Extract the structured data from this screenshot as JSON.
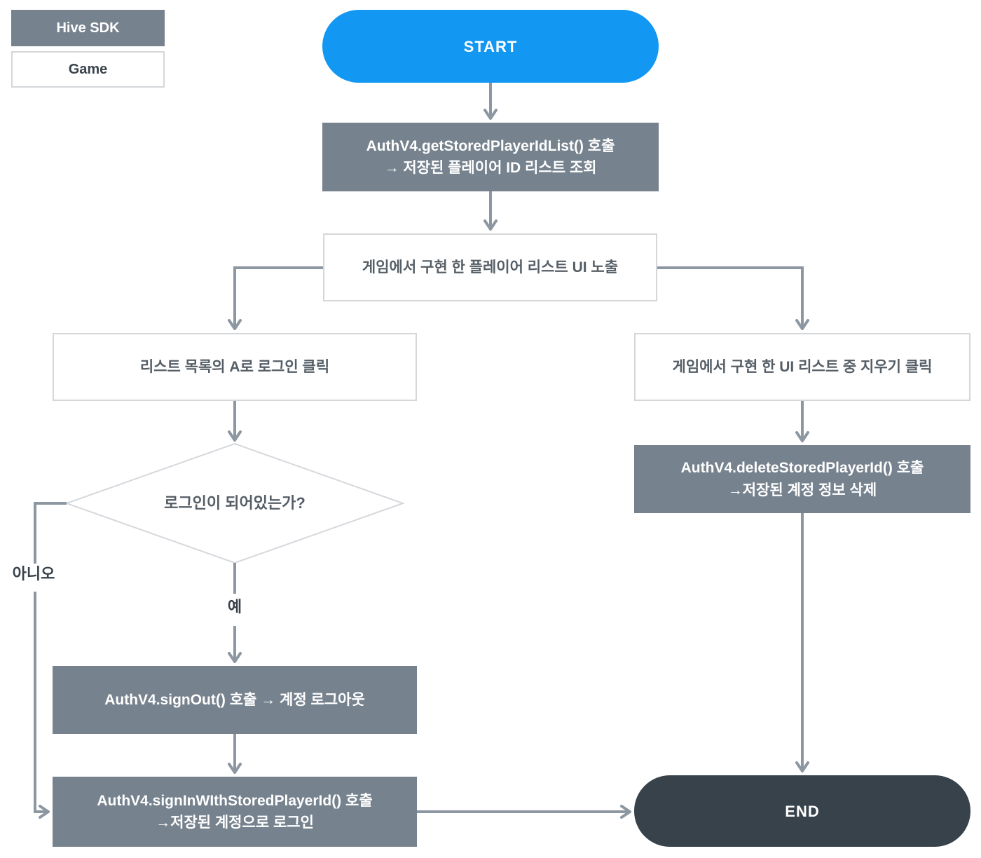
{
  "legend": {
    "hive_sdk": "Hive SDK",
    "game": "Game"
  },
  "nodes": {
    "start": "START",
    "get_stored_list": {
      "line1": "AuthV4.getStoredPlayerIdList() 호출",
      "line2": "→ 저장된 플레이어 ID 리스트 조회"
    },
    "player_list_ui": "게임에서 구현 한 플레이어 리스트 UI 노출",
    "login_click": "리스트 목록의 A로 로그인 클릭",
    "delete_click": "게임에서 구현 한 UI 리스트 중 지우기 클릭",
    "login_check": "로그인이 되어있는가?",
    "delete_stored": {
      "line1": "AuthV4.deleteStoredPlayerId() 호출",
      "line2": "→저장된 계정 정보 삭제"
    },
    "sign_out": "AuthV4.signOut() 호출 → 계정 로그아웃",
    "sign_in": {
      "line1": "AuthV4.signInWIthStoredPlayerId() 호출",
      "line2": "→저장된 계정으로 로그인"
    },
    "end": "END"
  },
  "edge_labels": {
    "no": "아니오",
    "yes": "예"
  },
  "colors": {
    "start_fill": "#1297F2",
    "end_fill": "#37424A",
    "sdk_box_fill": "#76828E",
    "game_box_border": "#D4D7DA",
    "connector": "#8D97A1",
    "box_text": "#555E66",
    "label_text": "#39424A"
  }
}
